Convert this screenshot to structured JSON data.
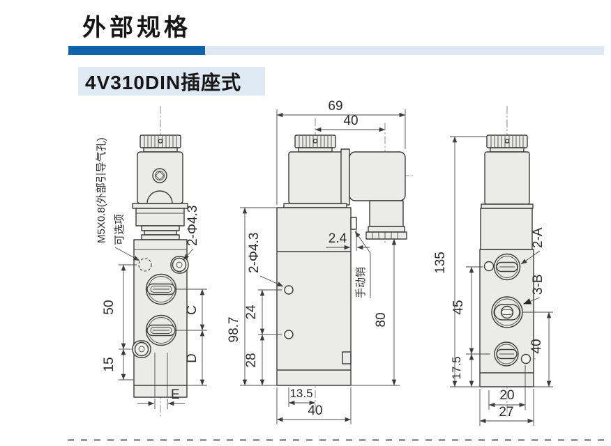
{
  "page": {
    "title": "外部规格",
    "section_label": "4V310DIN插座式"
  },
  "colors": {
    "accent_dark": "#0f63a9",
    "accent_light": "#dfe9f4",
    "label_bg": "#dfe9f4",
    "line": "#3c3c3c",
    "dim": "#4a4a4a",
    "body_fill": "#ebebea"
  },
  "views": {
    "front": {
      "note_pilot": "M5X0.8(外部引导气孔)",
      "note_optional": "可选项",
      "label_holes": "2-Φ4.3",
      "dim_height_upper": "50",
      "dim_height_lower": "15",
      "dim_c": "C",
      "dim_d": "D",
      "dim_e": "E"
    },
    "side": {
      "dim_width_total": "69",
      "dim_coil_to_connector": "40",
      "dim_pin": "2.4",
      "note_manual_pin": "手动销",
      "label_holes": "2-Φ4.3",
      "dim_body_height": "98.7",
      "dim_hole_spacing": "24",
      "dim_hole_to_bottom": "28",
      "dim_connector_height": "80",
      "dim_hole_offset": "13.5",
      "dim_body_width": "40"
    },
    "back": {
      "dim_total_height": "135",
      "label_port_a": "2-A",
      "label_port_b": "3-B",
      "dim_port_spacing": "45",
      "dim_port_to_bottom": "17.5",
      "dim_port_b_to_bottom": "40",
      "dim_hole_spacing": "20",
      "dim_width": "27"
    }
  }
}
